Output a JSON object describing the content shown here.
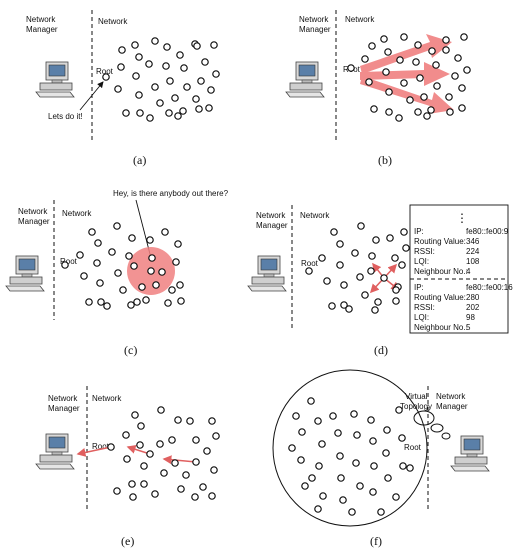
{
  "panels": [
    {
      "caption": "(a)",
      "manager_label_1": "Network",
      "manager_label_2": "Manager",
      "network_label": "Network",
      "root_label": "Root",
      "annotation": "Lets do it!"
    },
    {
      "caption": "(b)",
      "manager_label_1": "Network",
      "manager_label_2": "Manager",
      "network_label": "Network",
      "root_label": "Root"
    },
    {
      "caption": "(c)",
      "manager_label_1": "Network",
      "manager_label_2": "Manager",
      "network_label": "Network",
      "root_label": "Root",
      "annotation": "Hey, is there anybody out there?"
    },
    {
      "caption": "(d)",
      "manager_label_1": "Network",
      "manager_label_2": "Manager",
      "network_label": "Network",
      "root_label": "Root",
      "info_box": {
        "ellipsis": "⋮",
        "entries": [
          {
            "ip_label": "IP:",
            "ip": "fe80::fe00:9",
            "routing_label": "Routing Value:",
            "routing": "346",
            "rssi_label": "RSSI:",
            "rssi": "224",
            "lqi_label": "LQI:",
            "lqi": "108",
            "neighbour_label": "Neighbour No.:",
            "neighbour": "4"
          },
          {
            "ip_label": "IP:",
            "ip": "fe80::fe00:16",
            "routing_label": "Routing Value:",
            "routing": "280",
            "rssi_label": "RSSI:",
            "rssi": "202",
            "lqi_label": "LQI:",
            "lqi": "98",
            "neighbour_label": "Neighbour No.:",
            "neighbour": "5"
          }
        ]
      }
    },
    {
      "caption": "(e)",
      "manager_label_1": "Network",
      "manager_label_2": "Manager",
      "network_label": "Network",
      "root_label": "Root"
    },
    {
      "caption": "(f)",
      "manager_label_1": "Network",
      "manager_label_2": "Manager",
      "root_label": "Root",
      "topology_label_1": "Virtual",
      "topology_label_2": "Topology"
    }
  ],
  "colors": {
    "highlight": "#f08080",
    "stroke": "#111111"
  }
}
